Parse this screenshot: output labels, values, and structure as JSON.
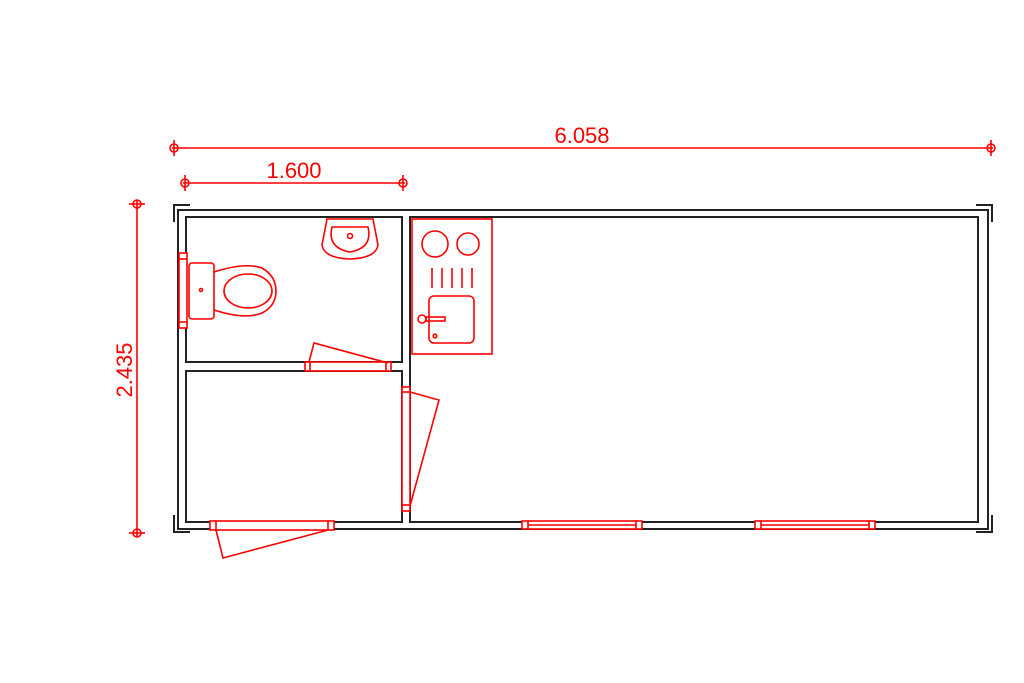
{
  "dimensions": {
    "total_length": "6.058",
    "wc_width": "1.600",
    "total_width": "2.435"
  },
  "colors": {
    "annotation": "#ff0000",
    "walls": "#222222"
  }
}
